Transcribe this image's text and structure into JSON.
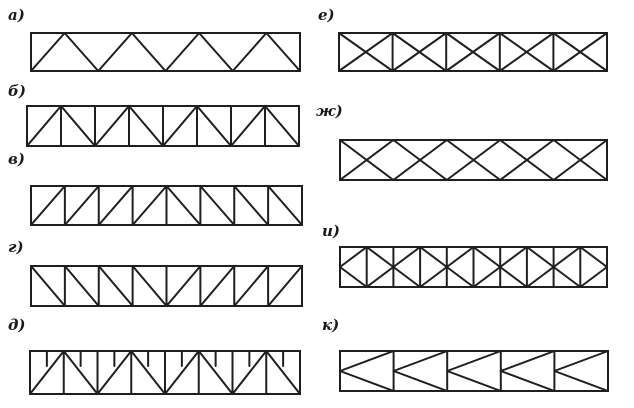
{
  "figure": {
    "labels": [
      "а)",
      "б)",
      "в)",
      "г)",
      "д)",
      "е)",
      "ж)",
      "и)",
      "к)"
    ],
    "ink_color": "#1f1f1f",
    "background": "#ffffff",
    "schemes": [
      {
        "label": "а)",
        "lattice": "triangular",
        "panels": 4
      },
      {
        "label": "б)",
        "lattice": "triangular-with-verticals",
        "panels": 8
      },
      {
        "label": "в)",
        "lattice": "diagonal",
        "panels": 8
      },
      {
        "label": "г)",
        "lattice": "diagonal-reversed",
        "panels": 8
      },
      {
        "label": "д)",
        "lattice": "triangular-with-subpanels",
        "panels": 8
      },
      {
        "label": "е)",
        "lattice": "cross-braced",
        "panels": 5
      },
      {
        "label": "ж)",
        "lattice": "rhombic",
        "panels": 5
      },
      {
        "label": "и)",
        "lattice": "rhombic-with-verticals",
        "panels": 5
      },
      {
        "label": "к)",
        "lattice": "k-type",
        "panels": 5
      }
    ]
  }
}
